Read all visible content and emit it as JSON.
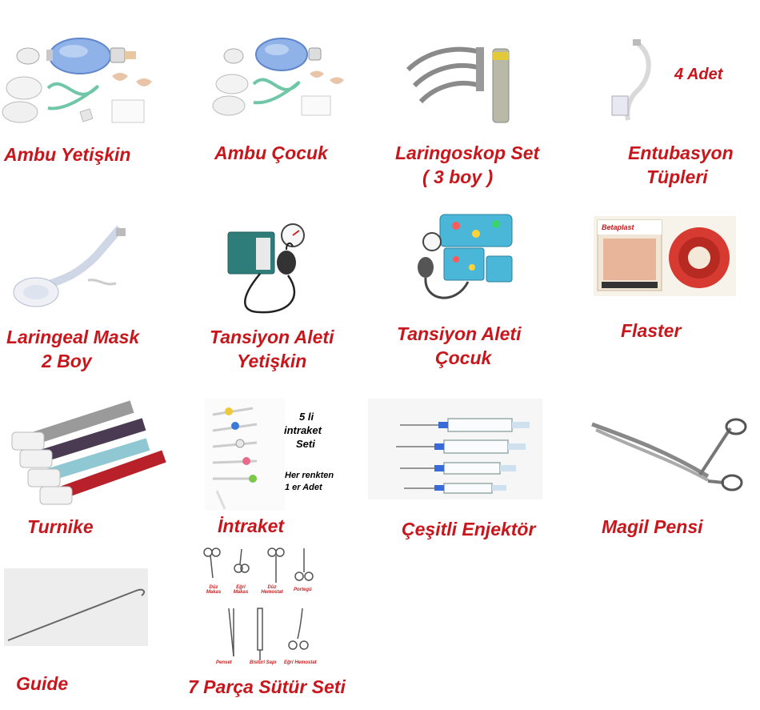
{
  "items": [
    {
      "id": "ambu-adult",
      "label": [
        "Ambu Yetişkin"
      ]
    },
    {
      "id": "ambu-child",
      "label": [
        "Ambu Çocuk"
      ]
    },
    {
      "id": "laryngoscope",
      "label": [
        "Laringoskop Set",
        "( 3 boy )"
      ]
    },
    {
      "id": "intubation",
      "label": [
        "Entubasyon",
        "Tüpleri"
      ],
      "note": "4 Adet"
    },
    {
      "id": "laryngeal-mask",
      "label": [
        "Laringeal Mask",
        "2 Boy"
      ]
    },
    {
      "id": "bp-adult",
      "label": [
        "Tansiyon Aleti",
        "Yetişkin"
      ]
    },
    {
      "id": "bp-child",
      "label": [
        "Tansiyon Aleti",
        "Çocuk"
      ]
    },
    {
      "id": "plaster",
      "label": [
        "Flaster"
      ],
      "brand": "Betaplast"
    },
    {
      "id": "tourniquet",
      "label": [
        "Turnike"
      ]
    },
    {
      "id": "iv-catheter",
      "label": [
        "İntraket"
      ],
      "note": [
        "5 li",
        "intraket",
        "Seti",
        "Her renkten",
        "1 er Adet"
      ]
    },
    {
      "id": "syringe",
      "label": [
        "Çeşitli Enjektör"
      ]
    },
    {
      "id": "magill",
      "label": [
        "Magil Pensi"
      ]
    },
    {
      "id": "guide",
      "label": [
        "Guide"
      ]
    },
    {
      "id": "suture",
      "label": [
        "7 Parça Sütür Seti"
      ],
      "parts": [
        "Düz Makas",
        "Eğri Makas",
        "Düz Hemostat",
        "Portegü",
        "Penset",
        "Bisturi Sapı",
        "Eğri Hemostat"
      ]
    }
  ],
  "colors": {
    "label": "#c8171c",
    "note": "#000000"
  }
}
